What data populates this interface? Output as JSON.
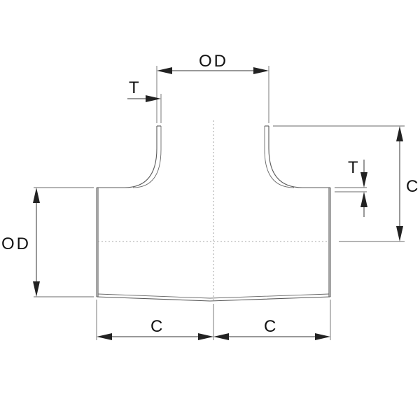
{
  "labels": {
    "od_top": "OD",
    "od_left": "OD",
    "t_top": "T",
    "t_right": "T",
    "c_right": "C",
    "c_bottom_left": "C",
    "c_bottom_right": "C"
  }
}
